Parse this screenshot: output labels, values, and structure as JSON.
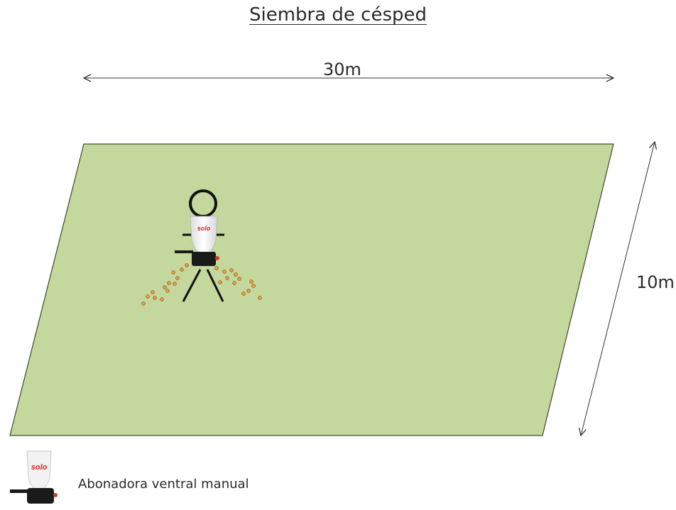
{
  "title": "Siembra de césped",
  "dimensions": {
    "width_label": "30m",
    "depth_label": "10m"
  },
  "spreader_brand": "solo",
  "legend": {
    "label": "Abonadora ventral manual",
    "icon": "hand-spreader-icon"
  },
  "colors": {
    "field": "#c4d79c",
    "field_border": "#1e2a10",
    "seed": "#e0a040",
    "brand": "#e02020"
  }
}
